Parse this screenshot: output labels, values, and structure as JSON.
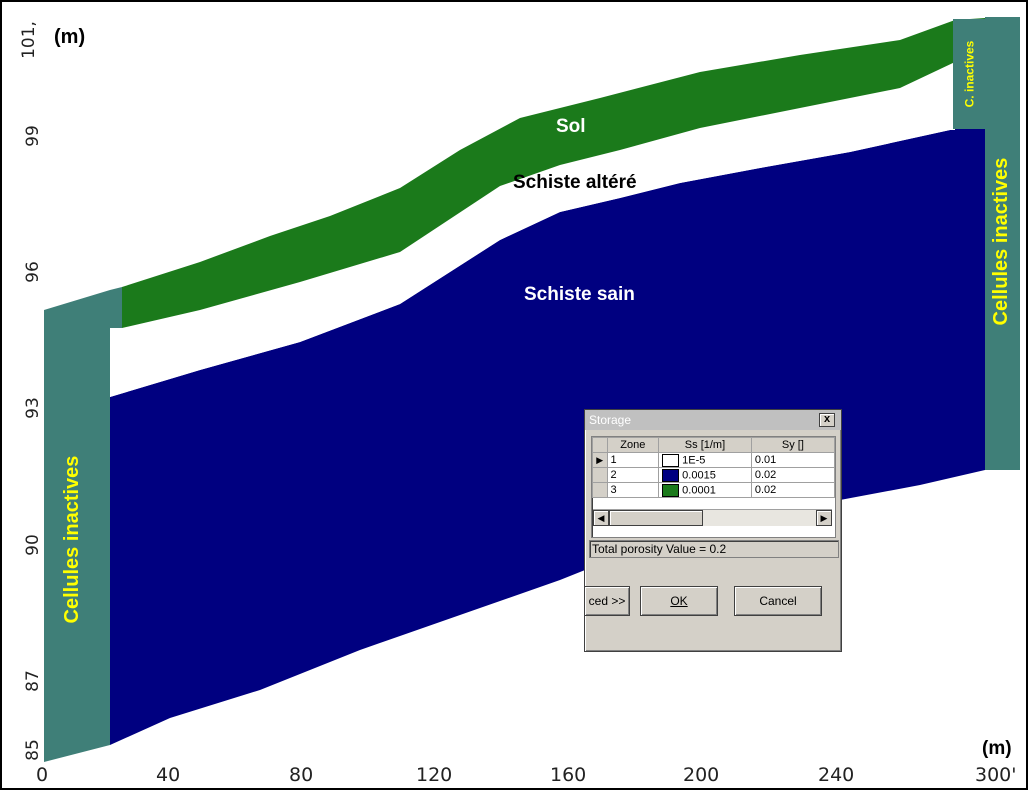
{
  "y_axis": {
    "unit": "(m)",
    "ticks": [
      "101,",
      "99",
      "96",
      "93",
      "90",
      "87",
      "85"
    ]
  },
  "x_axis": {
    "unit": "(m)",
    "ticks": [
      "0",
      "40",
      "80",
      "120",
      "160",
      "200",
      "240",
      "300'"
    ]
  },
  "labels": {
    "soil": "Sol",
    "weathered": "Schiste altéré",
    "sound": "Schiste sain",
    "inactive_left": "Cellules inactives",
    "inactive_right": "Cellules inactives",
    "inactive_top_right": "C. inactives"
  },
  "colors": {
    "soil": "#1b7a1b",
    "weathered": "#ffffff",
    "sound": "#000080",
    "inactive": "#3f7f78",
    "label_yellow": "#ffff00"
  },
  "dialog": {
    "title": "Storage",
    "close": "x",
    "columns": [
      "Zone",
      "Ss [1/m]",
      "Sy []"
    ],
    "rows": [
      {
        "zone": "1",
        "color": "#ffffff",
        "ss": "1E-5",
        "sy": "0.01"
      },
      {
        "zone": "2",
        "color": "#000080",
        "ss": "0.0015",
        "sy": "0.02"
      },
      {
        "zone": "3",
        "color": "#1b7a1b",
        "ss": "0.0001",
        "sy": "0.02"
      }
    ],
    "status": "Total porosity Value = 0.2",
    "advanced_label": "ced >>",
    "ok_label": "OK",
    "cancel_label": "Cancel"
  }
}
